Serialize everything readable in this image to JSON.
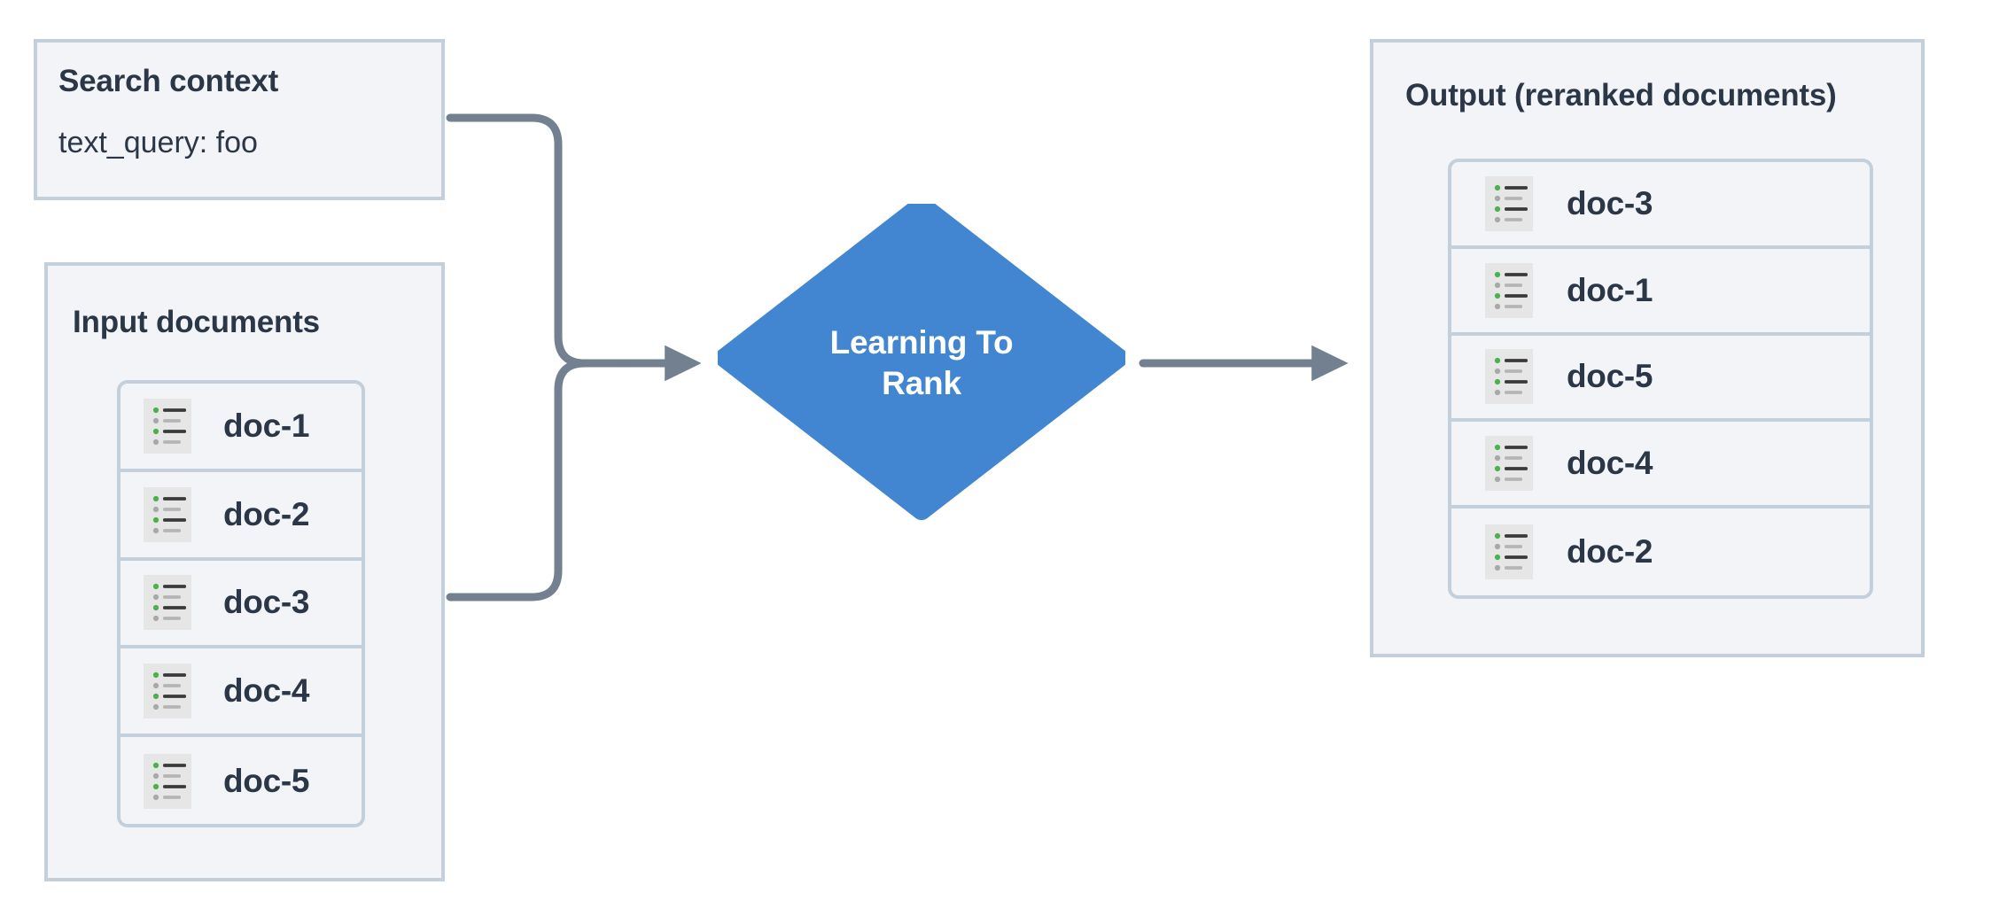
{
  "diagram": {
    "title": "Learning To Rank reranking flow",
    "background": "#ffffff"
  },
  "colors": {
    "panel_fill": "#f2f4f7",
    "panel_border": "#c3cfdb",
    "text": "#2b3647",
    "accent_blue": "#4285d0",
    "connector": "#72808f",
    "icon_bg": "#e6e6e6",
    "icon_bullet_green": "#4caf50",
    "icon_bullet_gray": "#a8a8a8",
    "icon_line_dark": "#3a3a3a",
    "icon_line_light": "#b5b5b5"
  },
  "search_context": {
    "title": "Search context",
    "fields": [
      {
        "label": "text_query: foo"
      }
    ]
  },
  "input_documents": {
    "title": "Input documents",
    "items": [
      {
        "icon": "document-list-icon",
        "label": "doc-1"
      },
      {
        "icon": "document-list-icon",
        "label": "doc-2"
      },
      {
        "icon": "document-list-icon",
        "label": "doc-3"
      },
      {
        "icon": "document-list-icon",
        "label": "doc-4"
      },
      {
        "icon": "document-list-icon",
        "label": "doc-5"
      }
    ]
  },
  "process_node": {
    "shape": "diamond",
    "label_line_1": "Learning To",
    "label_line_2": "Rank",
    "fill": "#4285d0"
  },
  "output": {
    "title": "Output (reranked documents)",
    "items": [
      {
        "icon": "document-list-icon",
        "label": "doc-3"
      },
      {
        "icon": "document-list-icon",
        "label": "doc-1"
      },
      {
        "icon": "document-list-icon",
        "label": "doc-5"
      },
      {
        "icon": "document-list-icon",
        "label": "doc-4"
      },
      {
        "icon": "document-list-icon",
        "label": "doc-2"
      }
    ]
  },
  "connectors": [
    {
      "name": "search-context-to-ltr",
      "from": "Search context",
      "to": "Learning To Rank",
      "arrow": true
    },
    {
      "name": "input-documents-to-ltr",
      "from": "Input documents",
      "to": "Learning To Rank",
      "arrow": true
    },
    {
      "name": "ltr-to-output",
      "from": "Learning To Rank",
      "to": "Output (reranked documents)",
      "arrow": true
    }
  ]
}
